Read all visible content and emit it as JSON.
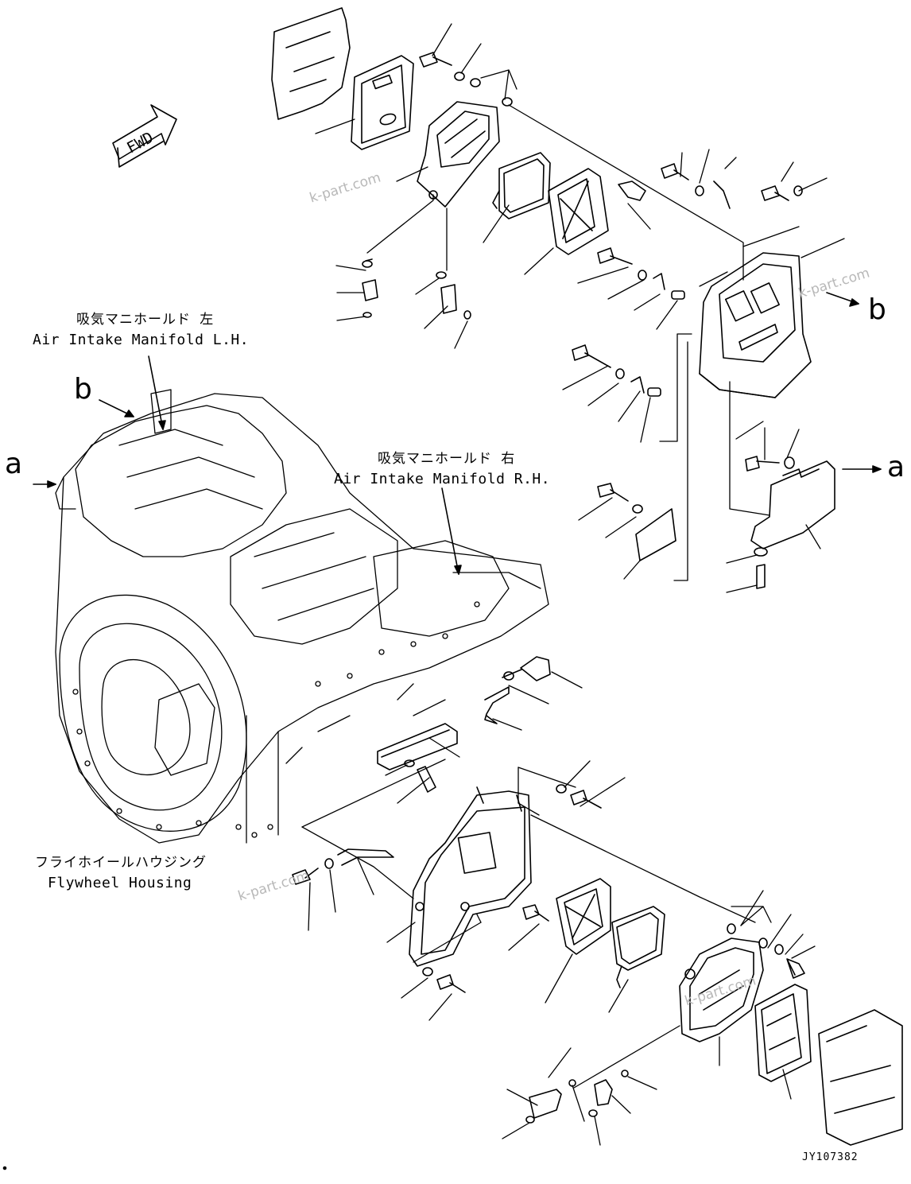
{
  "labels": {
    "intake_lh_jp": "吸気マニホールド 左",
    "intake_lh_en": "Air Intake Manifold L.H.",
    "intake_rh_jp": "吸気マニホールド 右",
    "intake_rh_en": "Air Intake Manifold R.H.",
    "flywheel_jp": "フライホイールハウジング",
    "flywheel_en": "Flywheel Housing"
  },
  "references": {
    "a_left": "a",
    "b_left": "b",
    "b_right": "b",
    "a_right": "a"
  },
  "fwd_label": "FWD",
  "drawing_code": "JY107382",
  "watermark": "k-part.com"
}
